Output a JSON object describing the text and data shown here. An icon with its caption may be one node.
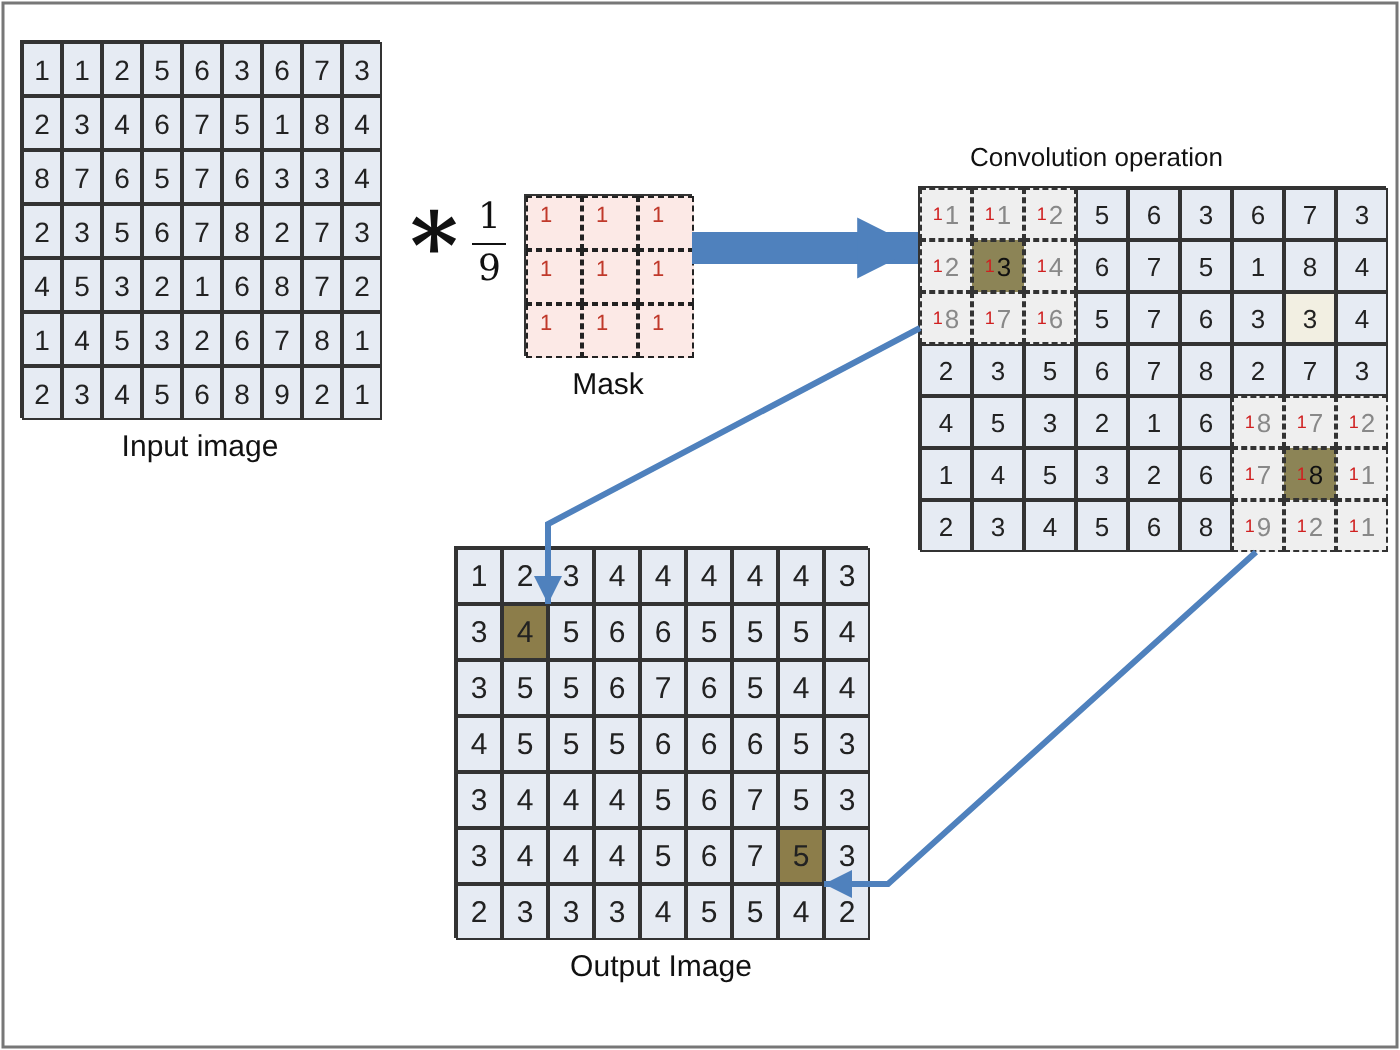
{
  "diagram": {
    "nodes": [
      {
        "text": [
          "Input image"
        ]
      },
      {
        "text": [
          "Mask"
        ]
      },
      {
        "text": [
          "Convolution operation"
        ]
      },
      {
        "text": [
          "$^{1}$1",
          "$^{1}$1",
          "$^{1}$2",
          "$^{1}$2",
          "$^{1}$3",
          "$^{1}$4",
          "$^{1}$8",
          "$^{1}$7",
          "$^{1}$6"
        ],
        "in": 2
      },
      {
        "text": [
          "$^{1}$8",
          "$^{1}$7",
          "$^{1}$2",
          "$^{1}$7",
          "$^{1}$8",
          "$^{1}$1",
          "$^{1}$9",
          "$^{1}$2",
          "$^{1}$1"
        ],
        "in": 2
      },
      {
        "text": [
          "Output Image"
        ]
      },
      {
        "text": [
          "4"
        ],
        "in": 5
      },
      {
        "text": [
          "5"
        ],
        "in": 5
      }
    ],
    "edges": [
      {
        "from": 1,
        "to": 2,
        "arrow": "to",
        "style": "thick"
      },
      {
        "from": 3,
        "to": 6,
        "arrow": "to"
      },
      {
        "from": 4,
        "to": 7,
        "arrow": "to"
      }
    ],
    "labels": [
      "1",
      "1",
      "2",
      "5",
      "6",
      "3",
      "6",
      "7",
      "3",
      "2",
      "3",
      "4",
      "6",
      "7",
      "5",
      "1",
      "8",
      "4",
      "8",
      "7",
      "6",
      "5",
      "7",
      "6",
      "3",
      "3",
      "4",
      "2",
      "3",
      "5",
      "6",
      "7",
      "8",
      "2",
      "7",
      "3",
      "4",
      "5",
      "3",
      "2",
      "1",
      "6",
      "8",
      "7",
      "2",
      "1",
      "4",
      "5",
      "3",
      "2",
      "6",
      "7",
      "8",
      "1",
      "2",
      "3",
      "4",
      "5",
      "6",
      "8",
      "9",
      "2",
      "1",
      "*",
      "1",
      "9",
      "1",
      "1",
      "1",
      "1",
      "1",
      "1",
      "1",
      "1",
      "1",
      "5",
      "6",
      "3",
      "6",
      "7",
      "3",
      "6",
      "7",
      "5",
      "1",
      "8",
      "4",
      "5",
      "7",
      "6",
      "3",
      "3",
      "4",
      "2",
      "3",
      "5",
      "6",
      "7",
      "8",
      "2",
      "7",
      "3",
      "4",
      "5",
      "3",
      "2",
      "1",
      "6",
      "1",
      "4",
      "5",
      "3",
      "2",
      "6",
      "2",
      "3",
      "4",
      "5",
      "6",
      "8",
      "1",
      "2",
      "3",
      "4",
      "4",
      "4",
      "4",
      "4",
      "3",
      "3",
      "5",
      "6",
      "6",
      "5",
      "5",
      "5",
      "4",
      "3",
      "5",
      "5",
      "6",
      "7",
      "6",
      "5",
      "4",
      "4",
      "4",
      "5",
      "5",
      "5",
      "6",
      "6",
      "6",
      "5",
      "3",
      "3",
      "4",
      "4",
      "4",
      "5",
      "6",
      "7",
      "5",
      "3",
      "3",
      "4",
      "4",
      "4",
      "5",
      "6",
      "7",
      "3",
      "2",
      "3",
      "3",
      "3",
      "4",
      "5",
      "5",
      "4",
      "2"
    ]
  }
}
